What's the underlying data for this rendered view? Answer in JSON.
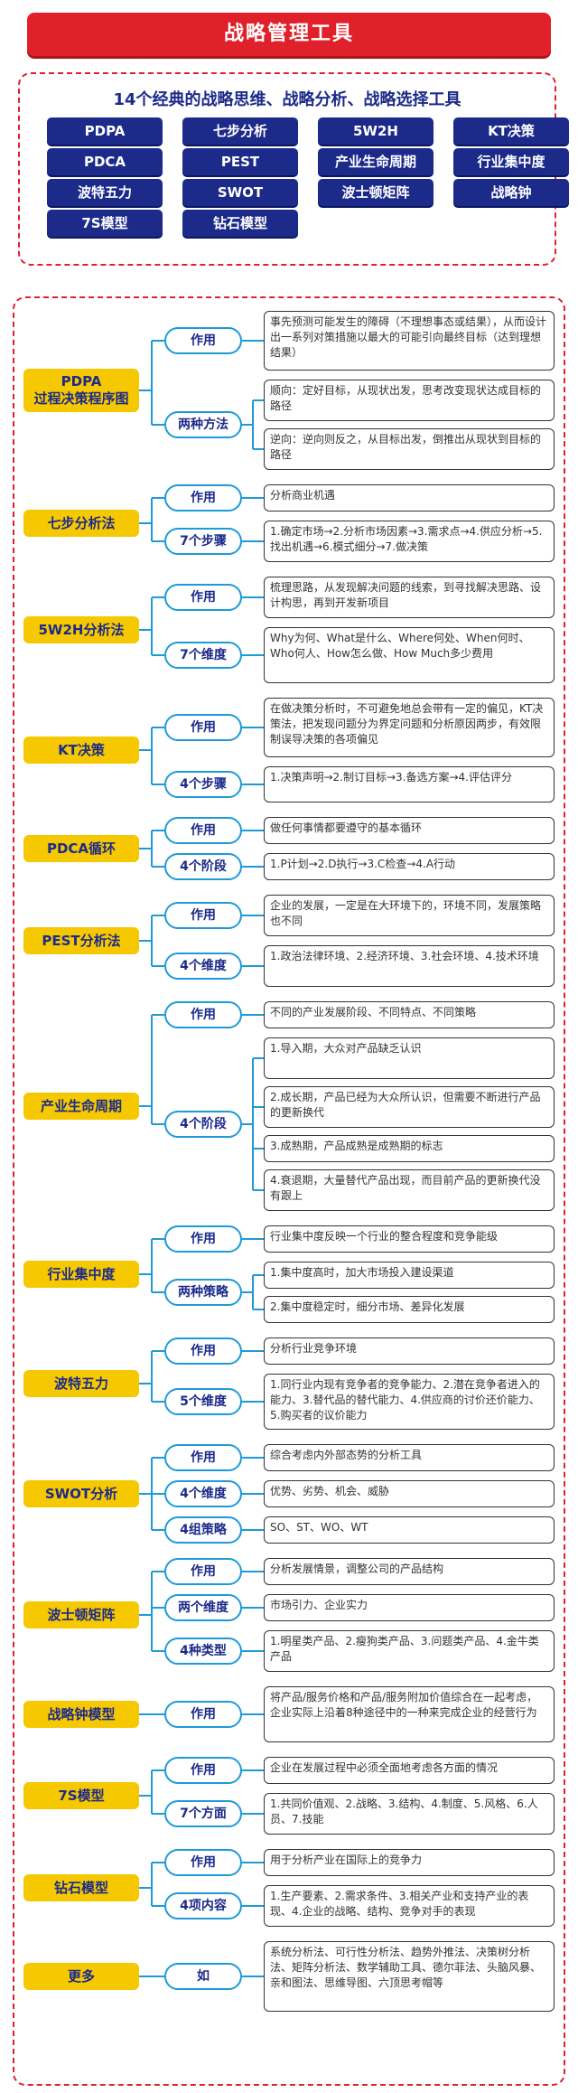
{
  "banner_title": "战略管理工具",
  "toolbox": {
    "title": "14个经典的战略思维、战略分析、战略选择工具",
    "tools": [
      "PDPA",
      "七步分析",
      "5W2H",
      "KT决策",
      "PDCA",
      "PEST",
      "产业生命周期",
      "行业集中度",
      "波特五力",
      "SWOT",
      "波士顿矩阵",
      "战略钟",
      "7S模型",
      "钻石模型"
    ]
  },
  "sections": [
    {
      "name": "PDPA\n过程决策程序图",
      "branches": [
        {
          "label": "作用",
          "items": [
            "事先预测可能发生的障碍（不理想事态或结果），从而设计出一系列对策措施以最大的可能引向最终目标（达到理想结果）"
          ]
        },
        {
          "label": "两种方法",
          "items": [
            "顺向：定好目标，从现状出发，思考改变现状达成目标的路径",
            "逆向：逆向则反之，从目标出发，倒推出从现状到目标的路径"
          ]
        }
      ]
    },
    {
      "name": "七步分析法",
      "branches": [
        {
          "label": "作用",
          "items": [
            "分析商业机遇"
          ]
        },
        {
          "label": "7个步骤",
          "items": [
            "1.确定市场→2.分析市场因素→3.需求点→4.供应分析→5.找出机遇→6.模式细分→7.做决策"
          ]
        }
      ]
    },
    {
      "name": "5W2H分析法",
      "branches": [
        {
          "label": "作用",
          "items": [
            "梳理思路，从发现解决问题的线索，到寻找解决思路、设计构思，再到开发新项目"
          ]
        },
        {
          "label": "7个维度",
          "items": [
            "Why为何、What是什么、Where何处、When何时、Who何人、How怎么做、How Much多少费用"
          ]
        }
      ]
    },
    {
      "name": "KT决策",
      "branches": [
        {
          "label": "作用",
          "items": [
            "在做决策分析时，不可避免地总会带有一定的偏见，KT决策法，把发现问题分为界定问题和分析原因两步，有效限制误导决策的各项偏见"
          ]
        },
        {
          "label": "4个步骤",
          "items": [
            "1.决策声明→2.制订目标→3.备选方案→4.评估评分"
          ]
        }
      ]
    },
    {
      "name": "PDCA循环",
      "branches": [
        {
          "label": "作用",
          "items": [
            "做任何事情都要遵守的基本循环"
          ]
        },
        {
          "label": "4个阶段",
          "items": [
            "1.P计划→2.D执行→3.C检查→4.A行动"
          ]
        }
      ]
    },
    {
      "name": "PEST分析法",
      "branches": [
        {
          "label": "作用",
          "items": [
            "企业的发展，一定是在大环境下的，环境不同，发展策略也不同"
          ]
        },
        {
          "label": "4个维度",
          "items": [
            "1.政治法律环境、2.经济环境、3.社会环境、4.技术环境"
          ]
        }
      ]
    },
    {
      "name": "产业生命周期",
      "branches": [
        {
          "label": "作用",
          "items": [
            "不同的产业发展阶段、不同特点、不同策略"
          ]
        },
        {
          "label": "4个阶段",
          "items": [
            "1.导入期，大众对产品缺乏认识",
            "2.成长期，产品已经为大众所认识，但需要不断进行产品的更新换代",
            "3.成熟期，产品成熟是成熟期的标志",
            "4.衰退期，大量替代产品出现，而目前产品的更新换代没有跟上"
          ]
        }
      ]
    },
    {
      "name": "行业集中度",
      "branches": [
        {
          "label": "作用",
          "items": [
            "行业集中度反映一个行业的整合程度和竞争能级"
          ]
        },
        {
          "label": "两种策略",
          "items": [
            "1.集中度高时，加大市场投入建设渠道",
            "2.集中度稳定时，细分市场、差异化发展"
          ]
        }
      ]
    },
    {
      "name": "波特五力",
      "branches": [
        {
          "label": "作用",
          "items": [
            "分析行业竞争环境"
          ]
        },
        {
          "label": "5个维度",
          "items": [
            "1.同行业内现有竞争者的竞争能力、2.潜在竞争者进入的能力、3.替代品的替代能力、4.供应商的讨价还价能力、5.购买者的议价能力"
          ]
        }
      ]
    },
    {
      "name": "SWOT分析",
      "branches": [
        {
          "label": "作用",
          "items": [
            "综合考虑内外部态势的分析工具"
          ]
        },
        {
          "label": "4个维度",
          "items": [
            "优势、劣势、机会、威胁"
          ]
        },
        {
          "label": "4组策略",
          "items": [
            "SO、ST、WO、WT"
          ]
        }
      ]
    },
    {
      "name": "波士顿矩阵",
      "branches": [
        {
          "label": "作用",
          "items": [
            "分析发展情景，调整公司的产品结构"
          ]
        },
        {
          "label": "两个维度",
          "items": [
            "市场引力、企业实力"
          ]
        },
        {
          "label": "4种类型",
          "items": [
            "1.明星类产品、2.瘦狗类产品、3.问题类产品、4.金牛类产品"
          ]
        }
      ]
    },
    {
      "name": "战略钟模型",
      "branches": [
        {
          "label": "作用",
          "items": [
            "将产品/服务价格和产品/服务附加价值综合在一起考虑，企业实际上沿着8种途径中的一种来完成企业的经营行为"
          ]
        }
      ]
    },
    {
      "name": "7S模型",
      "branches": [
        {
          "label": "作用",
          "items": [
            "企业在发展过程中必须全面地考虑各方面的情况"
          ]
        },
        {
          "label": "7个方面",
          "items": [
            "1.共同价值观、2.战略、3.结构、4.制度、5.风格、6.人员、7.技能"
          ]
        }
      ]
    },
    {
      "name": "钻石模型",
      "branches": [
        {
          "label": "作用",
          "items": [
            "用于分析产业在国际上的竞争力"
          ]
        },
        {
          "label": "4项内容",
          "items": [
            "1.生产要素、2.需求条件、3.相关产业和支持产业的表现、4.企业的战略、结构、竞争对手的表现"
          ]
        }
      ]
    },
    {
      "name": "更多",
      "branches": [
        {
          "label": "如",
          "items": [
            "系统分析法、可行性分析法、趋势外推法、决策树分析法、矩阵分析法、数学辅助工具、德尔菲法、头脑风暴、亲和图法、思维导图、六顶思考帽等"
          ]
        }
      ]
    }
  ],
  "colors": {
    "banner": "#e0202a",
    "navy": "#1c2a8a",
    "yellow": "#f6c800",
    "blue_line": "#1e9bd7",
    "frame_red": "#e0202a"
  }
}
